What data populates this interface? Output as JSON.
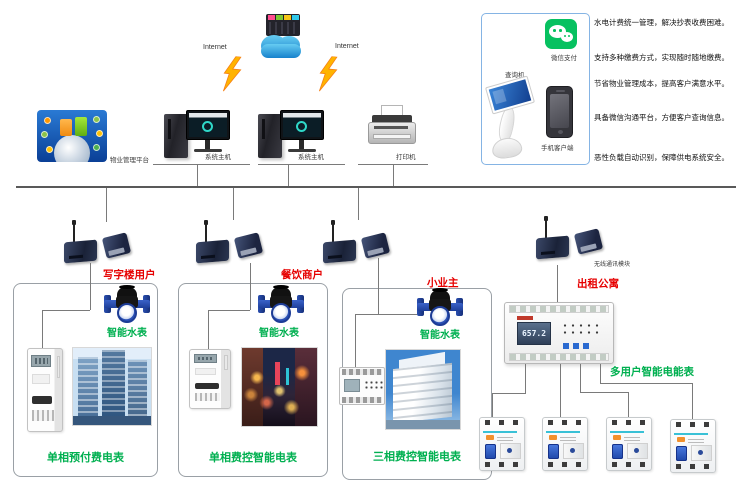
{
  "labels": {
    "internet": "Internet",
    "system_host": "系统主机",
    "printer": "打印机",
    "platform": "物业管理平台",
    "wechat_pay": "微信支付",
    "kiosk": "查询机",
    "phone": "手机客户端",
    "wireless_module": "无线通讯模块",
    "water_meter": "智能水表"
  },
  "benefits": [
    "水电计费统一管理，解决抄表收费困难。",
    "支持多种缴费方式，实现随时随地缴费。",
    "节省物业管理成本，提高客户满意水平。",
    "具备微信沟通平台，方便客户查询信息。",
    "恶性负载自动识别，保障供电系统安全。"
  ],
  "groups": [
    {
      "name": "写字楼用户",
      "meter_label": "单相预付费电表"
    },
    {
      "name": "餐饮商户",
      "meter_label": "单相费控智能电表"
    },
    {
      "name": "小业主",
      "meter_label": "三相费控智能电表"
    },
    {
      "name": "出租公寓",
      "meter_label": "多用户智能电能表"
    }
  ],
  "multi_meter": {
    "display": "657.2"
  },
  "colors": {
    "label_red": "#e60000",
    "label_green": "#00b050",
    "wechat_green": "#07c160",
    "panel_border": "#85b4e4",
    "line_gray": "#7a7a7a"
  }
}
